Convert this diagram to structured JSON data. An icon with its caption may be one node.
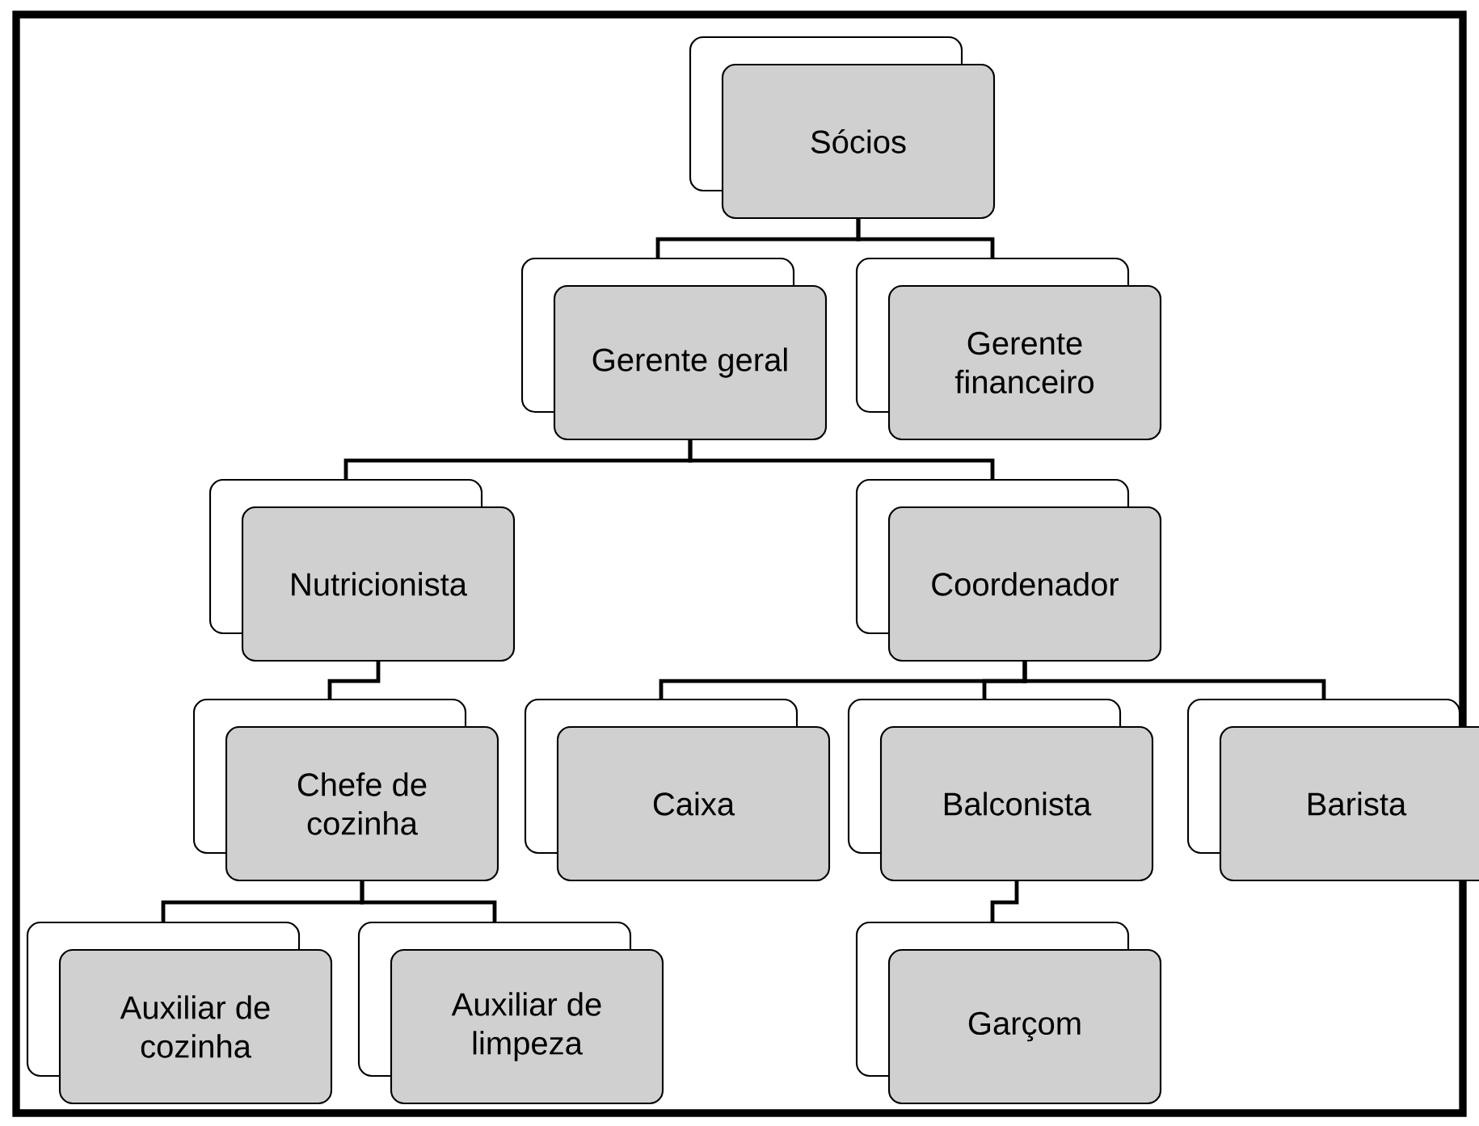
{
  "diagram": {
    "nodes": [
      {
        "text": [
          "Sócios"
        ]
      },
      {
        "text": [
          "Gerente geral"
        ]
      },
      {
        "text": [
          "Gerente financeiro"
        ]
      },
      {
        "text": [
          "Nutricionista"
        ]
      },
      {
        "text": [
          "Coordenador"
        ]
      },
      {
        "text": [
          "Chefe de cozinha"
        ]
      },
      {
        "text": [
          "Caixa"
        ]
      },
      {
        "text": [
          "Balconista"
        ]
      },
      {
        "text": [
          "Barista"
        ]
      },
      {
        "text": [
          "Auxiliar de cozinha"
        ]
      },
      {
        "text": [
          "Auxiliar de limpeza"
        ]
      },
      {
        "text": [
          "Garçom"
        ]
      }
    ],
    "edges": [
      {
        "from": 0,
        "to": 1,
        "arrow": "none"
      },
      {
        "from": 0,
        "to": 2,
        "arrow": "none"
      },
      {
        "from": 1,
        "to": 3,
        "arrow": "none"
      },
      {
        "from": 1,
        "to": 4,
        "arrow": "none"
      },
      {
        "from": 3,
        "to": 5,
        "arrow": "none"
      },
      {
        "from": 4,
        "to": 6,
        "arrow": "none"
      },
      {
        "from": 4,
        "to": 7,
        "arrow": "none"
      },
      {
        "from": 4,
        "to": 8,
        "arrow": "none"
      },
      {
        "from": 5,
        "to": 9,
        "arrow": "none"
      },
      {
        "from": 5,
        "to": 10,
        "arrow": "none"
      },
      {
        "from": 7,
        "to": 11,
        "arrow": "none"
      }
    ]
  }
}
